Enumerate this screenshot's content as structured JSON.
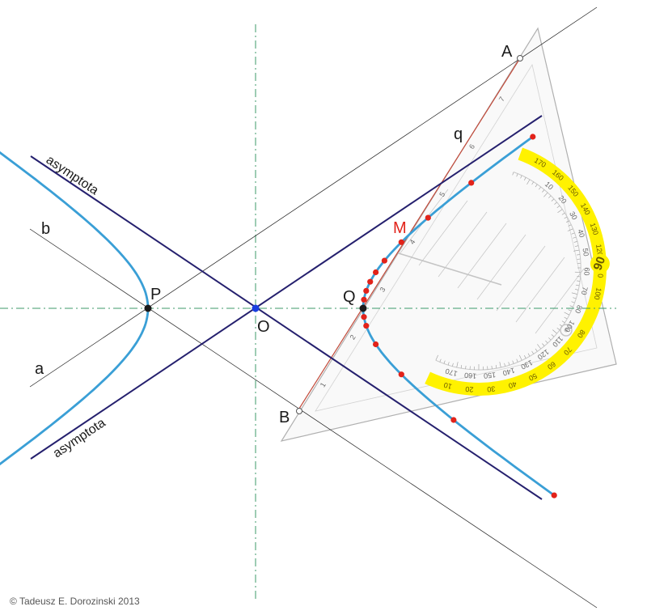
{
  "labels": {
    "point_A": "A",
    "point_B": "B",
    "point_P": "P",
    "point_O": "O",
    "point_Q": "Q",
    "point_M": "M",
    "line_q": "q",
    "line_a": "a",
    "line_b": "b",
    "asymptote_upper": "asymptota",
    "asymptote_lower": "asymptota"
  },
  "protractor": {
    "outer_degrees": [
      "10",
      "20",
      "30",
      "40",
      "50",
      "60",
      "70",
      "80",
      "90",
      "100",
      "110",
      "120",
      "130",
      "140",
      "150",
      "160",
      "170"
    ],
    "inner_degrees": [
      "170",
      "160",
      "150",
      "140",
      "130",
      "120",
      "110",
      "100",
      "80",
      "70",
      "60",
      "50",
      "40",
      "30",
      "20",
      "10"
    ],
    "center_label": "90",
    "ruler_numbers": [
      "1",
      "2",
      "3",
      "4",
      "5",
      "6",
      "7"
    ]
  },
  "colors": {
    "hyperbola": "#3a9fd6",
    "asymptote": "#25206e",
    "thin_line": "#1a1a1a",
    "axis": "#3c9a6a",
    "point_center": "#1a3fe0",
    "point_marker": "#e2231a",
    "protractor_band": "#fff200",
    "triangle_edge": "#b0b0b0",
    "edge_red": "#c24a3a"
  },
  "footer": {
    "copyright": "© Tadeusz E. Dorozinski 2013"
  }
}
